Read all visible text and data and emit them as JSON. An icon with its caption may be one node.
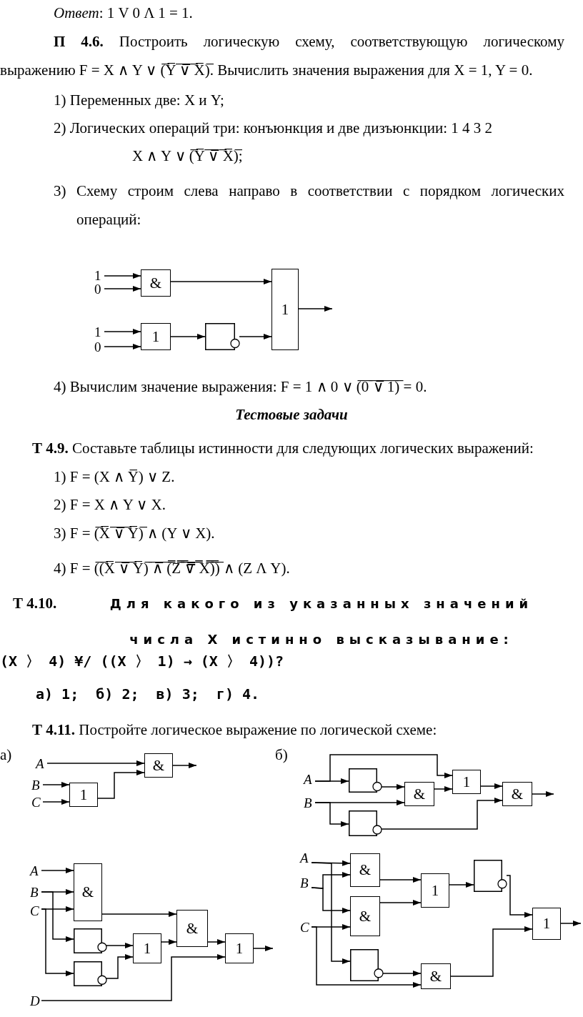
{
  "diagram": {
    "nodes": [
      {
        "text": [
          "1"
        ]
      },
      {
        "text": [
          "0"
        ]
      },
      {
        "text": [
          "1"
        ]
      },
      {
        "text": [
          "0"
        ]
      },
      {
        "text": [
          "&"
        ]
      },
      {
        "text": [
          "1"
        ]
      },
      {
        "text": [],
        "shape": "box"
      },
      {
        "text": [
          "1"
        ]
      },
      {
        "text": [
          "A"
        ]
      },
      {
        "text": [
          "&"
        ]
      },
      {
        "text": [
          "B"
        ]
      },
      {
        "text": [
          "1"
        ]
      },
      {
        "text": [
          "C"
        ]
      },
      {
        "text": [],
        "shape": "box"
      },
      {
        "text": [
          "1"
        ]
      },
      {
        "text": [
          "A"
        ]
      },
      {
        "text": [
          "&"
        ]
      },
      {
        "text": [
          "&"
        ]
      },
      {
        "text": [
          "B"
        ]
      },
      {
        "text": [],
        "shape": "box"
      },
      {
        "text": [
          "A"
        ]
      },
      {
        "text": [
          "&"
        ]
      },
      {
        "text": [
          "B"
        ]
      },
      {
        "text": [
          "C"
        ]
      },
      {
        "text": [
          "&"
        ]
      },
      {
        "text": [],
        "shape": "box"
      },
      {
        "text": [
          "1"
        ]
      },
      {
        "text": [
          "1"
        ]
      },
      {
        "text": [],
        "shape": "box"
      },
      {
        "text": [
          "D"
        ]
      },
      {
        "text": [
          "A"
        ]
      },
      {
        "text": [
          "&"
        ]
      },
      {
        "text": [],
        "shape": "box"
      },
      {
        "text": [
          "B"
        ]
      },
      {
        "text": [
          "1"
        ]
      },
      {
        "text": [
          "&"
        ]
      },
      {
        "text": [
          "C"
        ]
      },
      {
        "text": [
          "1"
        ]
      },
      {
        "text": [],
        "shape": "box"
      },
      {
        "text": [
          "&"
        ]
      }
    ],
    "edges": [
      {
        "from": 0,
        "to": 4,
        "arrow": "to"
      },
      {
        "from": 1,
        "to": 4,
        "arrow": "to"
      },
      {
        "from": 2,
        "to": 5,
        "arrow": "to"
      },
      {
        "from": 3,
        "to": 5,
        "arrow": "to"
      },
      {
        "from": 4,
        "to": 7,
        "arrow": "to"
      },
      {
        "from": 5,
        "to": 6,
        "arrow": "to"
      },
      {
        "from": 6,
        "to": 7,
        "arrow": "to"
      },
      {
        "from": 7,
        "to": null,
        "arrow": "to"
      },
      {
        "from": 8,
        "to": 9,
        "arrow": "to"
      },
      {
        "from": 10,
        "to": 11,
        "arrow": "to"
      },
      {
        "from": 12,
        "to": 11,
        "arrow": "to"
      },
      {
        "from": 11,
        "to": 9,
        "arrow": "to"
      },
      {
        "from": 9,
        "to": null,
        "arrow": "to"
      },
      {
        "from": 15,
        "to": 13,
        "arrow": "to"
      },
      {
        "from": 15,
        "to": 14,
        "arrow": "to"
      },
      {
        "from": 13,
        "to": 16,
        "arrow": "to"
      },
      {
        "from": 18,
        "to": 16,
        "arrow": "to"
      },
      {
        "from": 18,
        "to": 19,
        "arrow": "to"
      },
      {
        "from": 16,
        "to": 14,
        "arrow": "to"
      },
      {
        "from": 14,
        "to": 17,
        "arrow": "to"
      },
      {
        "from": 19,
        "to": 17,
        "arrow": "to"
      },
      {
        "from": 17,
        "to": null,
        "arrow": "to"
      },
      {
        "from": 20,
        "to": 21,
        "arrow": "to"
      },
      {
        "from": 22,
        "to": 21,
        "arrow": "to"
      },
      {
        "from": 23,
        "to": 21,
        "arrow": "to"
      },
      {
        "from": 22,
        "to": 25,
        "arrow": "to"
      },
      {
        "from": 23,
        "to": 28,
        "arrow": "to"
      },
      {
        "from": 21,
        "to": 24,
        "arrow": "to"
      },
      {
        "from": 25,
        "to": 26,
        "arrow": "to"
      },
      {
        "from": 28,
        "to": 26,
        "arrow": "to"
      },
      {
        "from": 26,
        "to": 24,
        "arrow": "to"
      },
      {
        "from": 24,
        "to": 27,
        "arrow": "to"
      },
      {
        "from": 29,
        "to": 27,
        "arrow": "to"
      },
      {
        "from": 27,
        "to": null,
        "arrow": "to"
      },
      {
        "from": 30,
        "to": 31,
        "arrow": "to"
      },
      {
        "from": 33,
        "to": 31,
        "arrow": "to"
      },
      {
        "from": 33,
        "to": 35,
        "arrow": "to"
      },
      {
        "from": 36,
        "to": 35,
        "arrow": "to"
      },
      {
        "from": 30,
        "to": 38,
        "arrow": "to"
      },
      {
        "from": 38,
        "to": 39,
        "arrow": "to"
      },
      {
        "from": 36,
        "to": 39,
        "arrow": "to"
      },
      {
        "from": 31,
        "to": 34,
        "arrow": "to"
      },
      {
        "from": 35,
        "to": 34,
        "arrow": "to"
      },
      {
        "from": 34,
        "to": 32,
        "arrow": "to"
      },
      {
        "from": 32,
        "to": 37,
        "arrow": "to"
      },
      {
        "from": 39,
        "to": 37,
        "arrow": "to"
      },
      {
        "from": 37,
        "to": null,
        "arrow": "to"
      }
    ],
    "labels": [
      "*Ответ*: 1 V 0 Λ 1 = 1.",
      "**П 4.6.** Построить логическую схему, соответствующую логическому выражению F = X ∧ Y ∨ (̅Y̅ ̅∨̅ ̅X̅)̅. Вычислить значения выражения для X = 1, Y = 0.",
      "1) Переменных две: X и Y;",
      "2) Логических операций три: конъюнкция и две дизъюнкции: 1 4 3 2",
      "X ∧ Y ∨ (̅Y̅ ̅∨̅ ̅X̅)̅;",
      "3) Схему строим слева направо в соответствии с порядком логических операций:",
      "4) Вычислим значение выражения: F = 1 ∧ 0 ∨ (̅0̅ ̅∨̅ ̅1̅)̅ = 0.",
      "Тестовые задачи",
      "**Т 4.9.** Составьте таблицы истинности для следующих логических выражений:",
      "1) F = (X ∧ Y̅) ∨ Z.",
      "2) F = X ∧ Y ∨ X.",
      "3) F = (̅X̅ ̅∨̅ ̅Y̅)̅ ∧ (Y ∨ X).",
      "4) F = (̅(̅X̅ ̅∨̅ ̅Y̅)̅ ̅∧̅ ̅(̿Z̿ ̿∨̿ ̿X̿)̿)̅ ∧ (Z Λ Y).",
      "Т 4.10.",
      "Для какого из указанных значений числа X истинно высказывание:",
      "(X 〉 4) ¥/ ((X 〉 1) → (X 〉 4))?",
      "а) 1;  б) 2;  в) 3;  г) 4.",
      "**Т 4.11.** Постройте логическое выражение по логической схеме:",
      "а)",
      "б)"
    ]
  }
}
